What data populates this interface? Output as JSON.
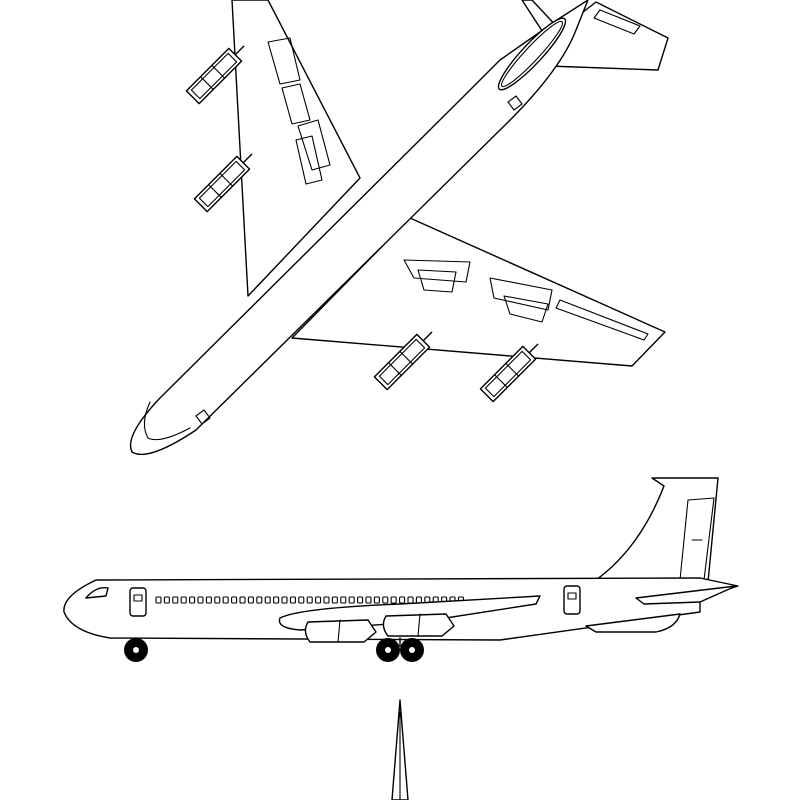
{
  "figure": {
    "type": "aircraft three-view line drawing",
    "views": [
      "top",
      "side",
      "front"
    ],
    "line_color": "#000000",
    "background_color": "#ffffff",
    "text_labels": []
  }
}
